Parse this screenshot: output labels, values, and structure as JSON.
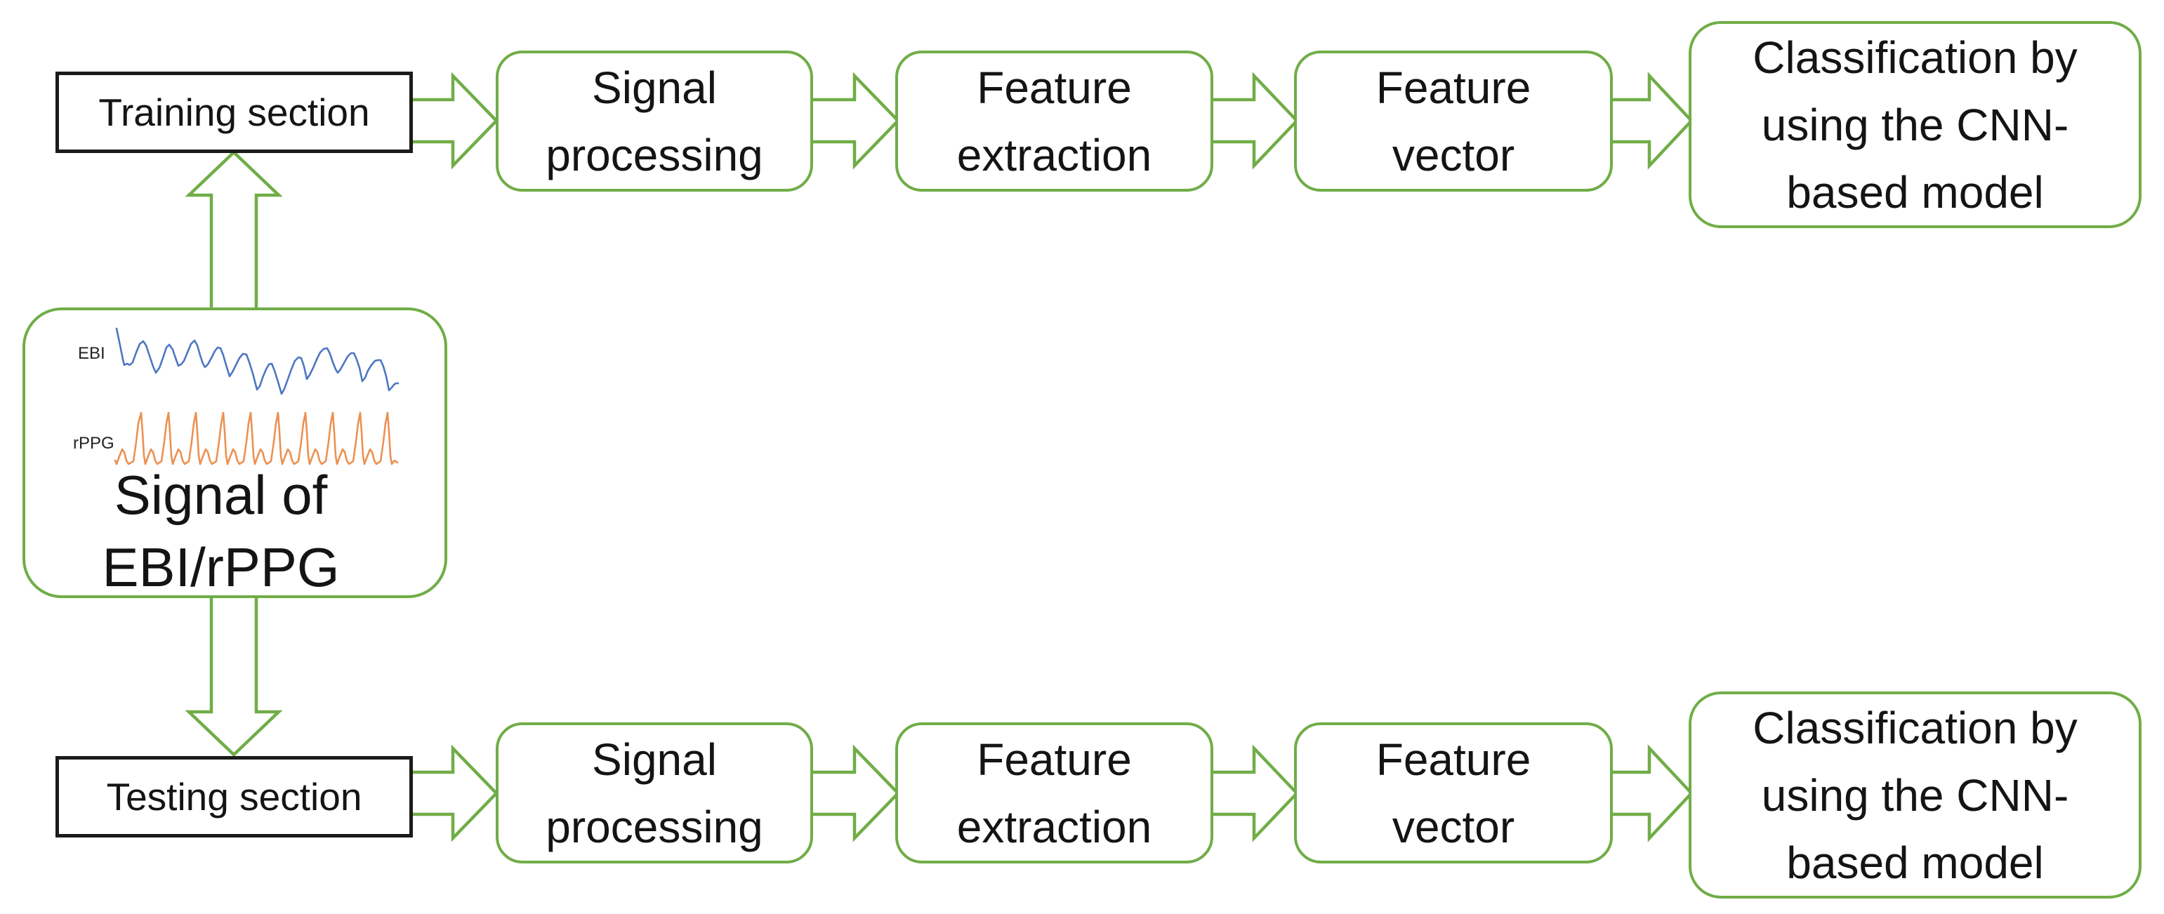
{
  "colors": {
    "green": "#70AD47",
    "ink": "#1b1b1b",
    "text": "#141414"
  },
  "rows": [
    {
      "source": "Training section",
      "steps": [
        "Signal processing",
        "Feature extraction",
        "Feature vector",
        "Classification by using the CNN-based model"
      ]
    },
    {
      "source": "Testing section",
      "steps": [
        "Signal processing",
        "Feature extraction",
        "Feature vector",
        "Classification by using the CNN-based model"
      ]
    }
  ],
  "signal_box": {
    "title": "Signal of EBI/rPPG",
    "waves": [
      {
        "label": "EBI",
        "color": "#4C77C1"
      },
      {
        "label": "rPPG",
        "color": "#EC9152"
      }
    ]
  }
}
